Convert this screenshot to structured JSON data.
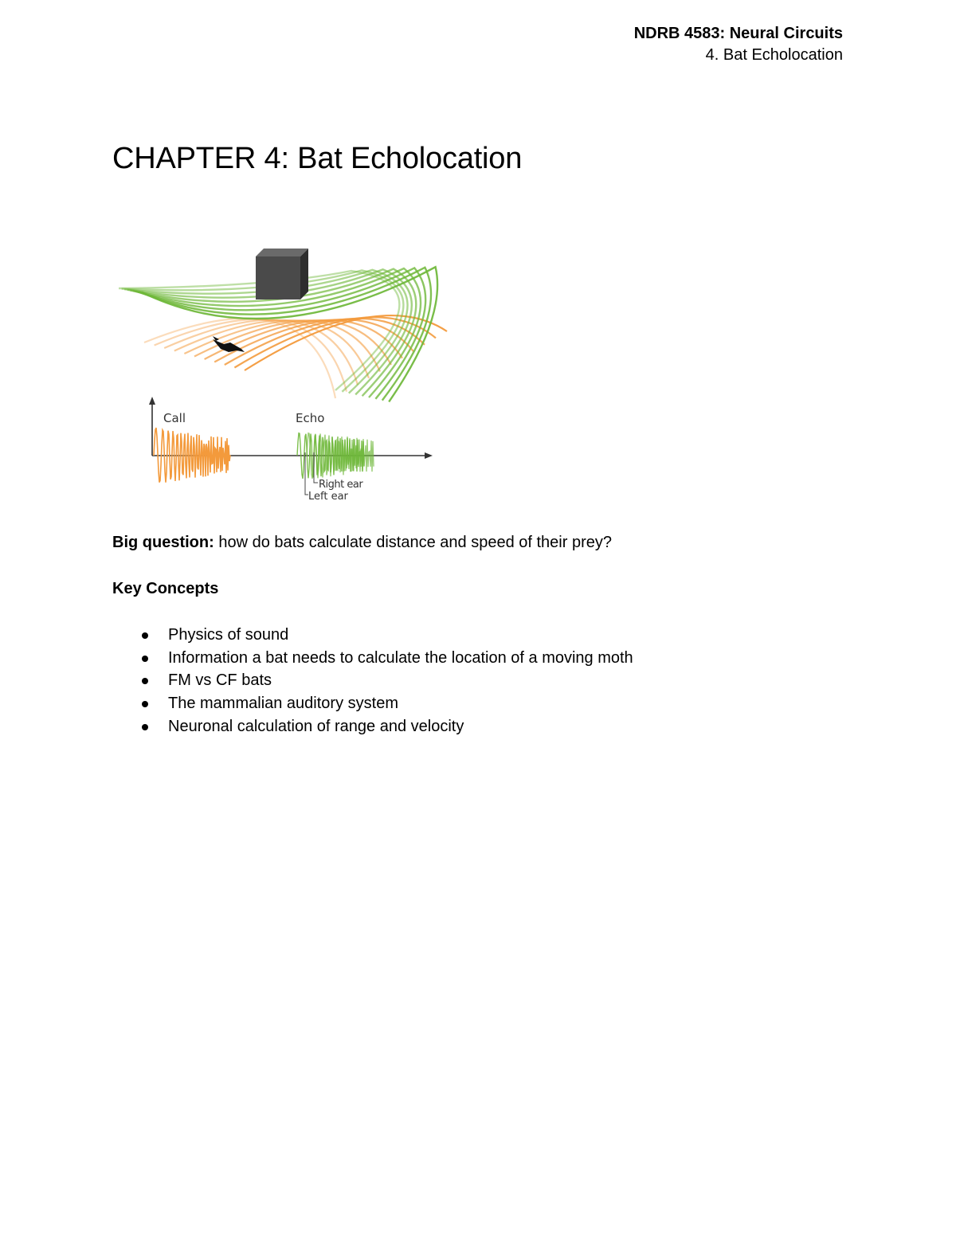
{
  "header": {
    "course": "NDRB 4583: Neural Circuits",
    "section": "4. Bat Echolocation"
  },
  "chapter_title": "CHAPTER 4: Bat Echolocation",
  "figure": {
    "call_label": "Call",
    "echo_label": "Echo",
    "right_ear_label": "Right ear",
    "left_ear_label": "Left ear",
    "colors": {
      "call": "#f39a3c",
      "echo": "#6fb83a",
      "cube": "#4a4a4a"
    }
  },
  "big_question": {
    "label": "Big question:",
    "text": " how do bats calculate distance and speed of their prey?"
  },
  "key_concepts": {
    "heading": "Key Concepts",
    "items": [
      "Physics of sound",
      "Information a bat needs to calculate the location of a moving moth",
      "FM vs CF bats",
      "The mammalian auditory system",
      "Neuronal calculation of range and velocity"
    ]
  }
}
